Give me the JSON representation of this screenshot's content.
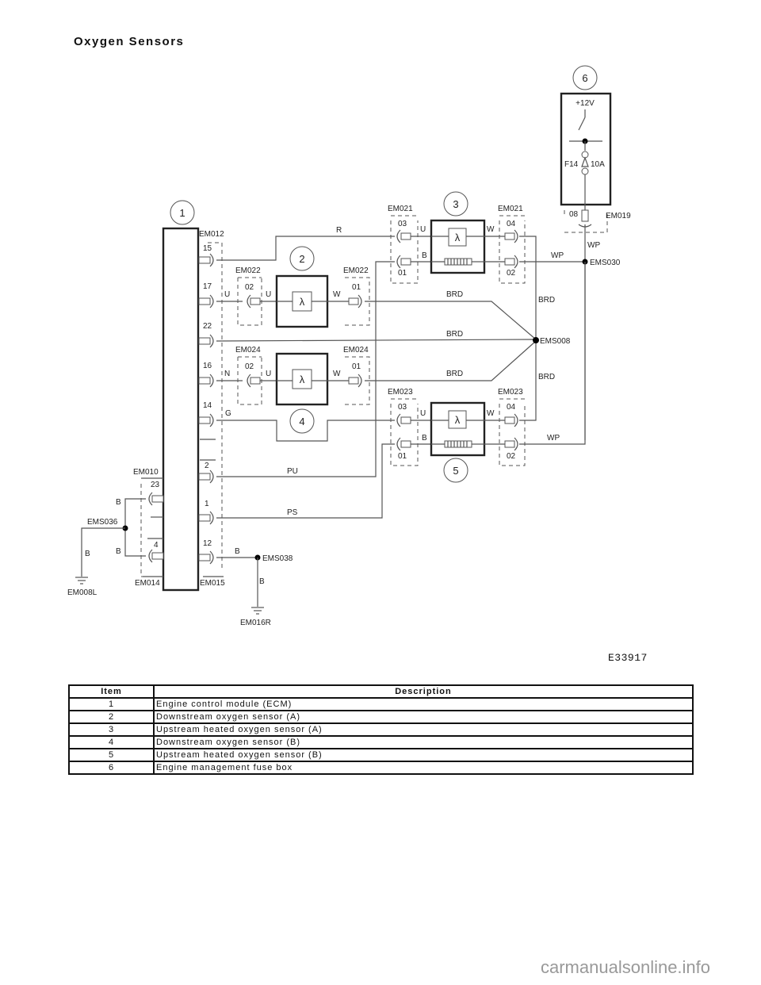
{
  "page": {
    "title": "Oxygen Sensors",
    "figure_id": "E33917",
    "watermark": "carmanualsonline.info"
  },
  "diagram": {
    "callouts": [
      "1",
      "2",
      "3",
      "4",
      "5",
      "6"
    ],
    "fuse_box": {
      "supply": "+12V",
      "fuse": "F14",
      "rating": "10A",
      "connector": "EM019",
      "pin": "08"
    },
    "ecm": {
      "connectors": {
        "top": "EM012",
        "left_top": "EM010",
        "left_bottom": "EM014",
        "right_bottom": "EM015"
      },
      "pins_right": [
        "15",
        "17",
        "22",
        "16",
        "14",
        "2",
        "1",
        "12"
      ],
      "pins_left": [
        "23",
        "4"
      ]
    },
    "sensor_connectors": {
      "s2_left": {
        "name": "EM022",
        "pin": "02"
      },
      "s2_right": {
        "name": "EM022",
        "pin": "01"
      },
      "s4_left": {
        "name": "EM024",
        "pin": "02"
      },
      "s4_right": {
        "name": "EM024",
        "pin": "01"
      },
      "s3_left": {
        "name": "EM021",
        "pins": [
          "03",
          "01"
        ]
      },
      "s3_right": {
        "name": "EM021",
        "pins": [
          "04",
          "02"
        ]
      },
      "s5_left": {
        "name": "EM023",
        "pins": [
          "03",
          "01"
        ]
      },
      "s5_right": {
        "name": "EM023",
        "pins": [
          "04",
          "02"
        ]
      }
    },
    "splices": [
      "EMS030",
      "EMS008",
      "EMS036",
      "EMS038"
    ],
    "grounds": [
      "EM008L",
      "EM016R"
    ],
    "wire_colors": {
      "r": "R",
      "u": "U",
      "w": "W",
      "b": "B",
      "n": "N",
      "g": "G",
      "wp": "WP",
      "brd": "BRD",
      "pu": "PU",
      "ps": "PS"
    },
    "symbols": {
      "lambda": "λ"
    }
  },
  "table": {
    "headers": [
      "Item",
      "Description"
    ],
    "rows": [
      {
        "item": "1",
        "description": "Engine control module (ECM)"
      },
      {
        "item": "2",
        "description": "Downstream oxygen sensor (A)"
      },
      {
        "item": "3",
        "description": "Upstream heated oxygen sensor (A)"
      },
      {
        "item": "4",
        "description": "Downstream oxygen sensor (B)"
      },
      {
        "item": "5",
        "description": "Upstream heated oxygen sensor (B)"
      },
      {
        "item": "6",
        "description": "Engine management fuse box"
      }
    ]
  }
}
